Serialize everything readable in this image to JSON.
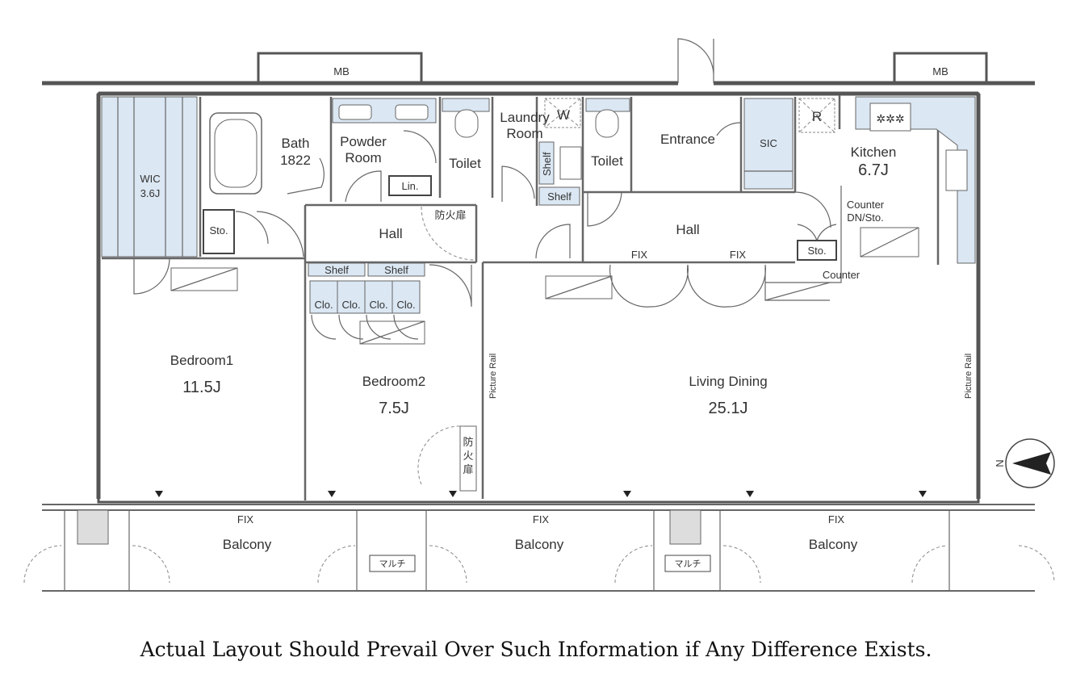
{
  "labels": {
    "mb": "MB",
    "wic": "WIC",
    "wic_size": "3.6J",
    "bath": "Bath",
    "bath_size": "1822",
    "powder_room_1": "Powder",
    "powder_room_2": "Room",
    "toilet": "Toilet",
    "lin": "Lin.",
    "laundry_1": "Laundry",
    "laundry_2": "Room",
    "w": "W",
    "shelf": "Shelf",
    "entrance": "Entrance",
    "sic": "SIC",
    "r": "R",
    "kitchen": "Kitchen",
    "kitchen_size": "6.7J",
    "counter_dn_1": "Counter",
    "counter_dn_2": "DN/Sto.",
    "sto": "Sto.",
    "hall": "Hall",
    "fire_door": "防火扉",
    "fire_door_v1": "防",
    "fire_door_v2": "火",
    "fire_door_v3": "扉",
    "fix": "FIX",
    "counter": "Counter",
    "clo": "Clo.",
    "bedroom1": "Bedroom1",
    "bedroom1_size": "11.5J",
    "bedroom2": "Bedroom2",
    "bedroom2_size": "7.5J",
    "living": "Living Dining",
    "living_size": "25.1J",
    "picture_rail": "Picture Rail",
    "balcony": "Balcony",
    "multi": "マルチ",
    "north": "N"
  },
  "disclaimer": "Actual Layout Should Prevail Over Such Information if Any Difference Exists."
}
